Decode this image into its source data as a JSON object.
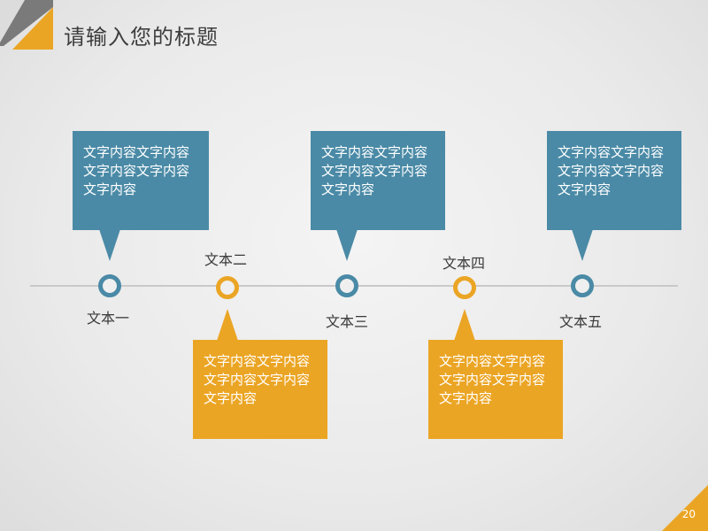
{
  "slide": {
    "title": "请输入您的标题",
    "page_number": "20",
    "colors": {
      "blue": "#4a8aa6",
      "orange": "#eba524",
      "gray": "#7a7a7a",
      "line": "#c9c9c9"
    }
  },
  "timeline": {
    "nodes": [
      {
        "label": "文本一",
        "color": "blue",
        "text": "文字内容文字内容文字内容文字内容文字内容"
      },
      {
        "label": "文本二",
        "color": "orange",
        "text": "文字内容文字内容文字内容文字内容文字内容"
      },
      {
        "label": "文本三",
        "color": "blue",
        "text": "文字内容文字内容文字内容文字内容文字内容"
      },
      {
        "label": "文本四",
        "color": "orange",
        "text": "文字内容文字内容文字内容文字内容文字内容"
      },
      {
        "label": "文本五",
        "color": "blue",
        "text": "文字内容文字内容文字内容文字内容文字内容"
      }
    ]
  }
}
